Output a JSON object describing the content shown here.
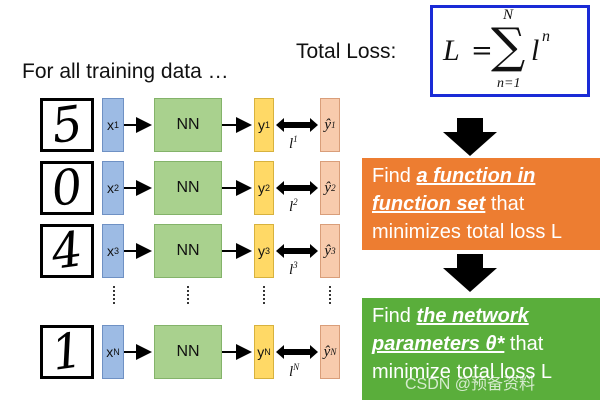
{
  "heading": "For all training data …",
  "total_loss_label": "Total Loss:",
  "formula": {
    "L": "L",
    "equals": "=",
    "sigma": "∑",
    "upper": "N",
    "lower": "n=1",
    "term": "l",
    "term_sup": "n"
  },
  "rows": [
    {
      "digit": "5",
      "x": "x",
      "x_sup": "1",
      "nn": "NN",
      "y": "y",
      "y_sup": "1",
      "yhat": "ŷ",
      "yhat_sup": "1",
      "l": "l",
      "l_sup": "1"
    },
    {
      "digit": "0",
      "x": "x",
      "x_sup": "2",
      "nn": "NN",
      "y": "y",
      "y_sup": "2",
      "yhat": "ŷ",
      "yhat_sup": "2",
      "l": "l",
      "l_sup": "2"
    },
    {
      "digit": "4",
      "x": "x",
      "x_sup": "3",
      "nn": "NN",
      "y": "y",
      "y_sup": "3",
      "yhat": "ŷ",
      "yhat_sup": "3",
      "l": "l",
      "l_sup": "3"
    },
    {
      "digit": "1",
      "x": "x",
      "x_sup": "N",
      "nn": "NN",
      "y": "y",
      "y_sup": "N",
      "yhat": "ŷ",
      "yhat_sup": "N",
      "l": "l",
      "l_sup": "N"
    }
  ],
  "orange_box": {
    "prefix": "Find ",
    "emph": "a function in function set",
    "suffix": " that minimizes total loss L",
    "color": "#ed7d31"
  },
  "green_box": {
    "prefix": "Find ",
    "emph": "the network parameters θ*",
    "suffix": " that minimize total loss L",
    "color": "#5aae3b"
  },
  "watermark": "CSDN @预备资料",
  "colors": {
    "formula_border": "#1a2bd6",
    "x_box": "#9dbbe4",
    "nn_box": "#a9d18e",
    "y_box": "#ffd966",
    "yhat_box": "#f8cbad"
  }
}
